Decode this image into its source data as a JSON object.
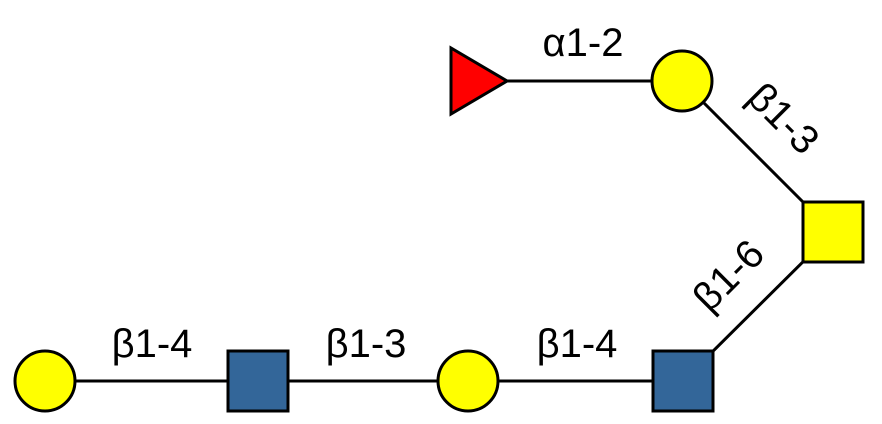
{
  "colors": {
    "galactose": "#FFFF00",
    "glcnac": "#336699",
    "fucose": "#FF0000",
    "line": "#000000"
  },
  "residues": [
    {
      "id": "r1",
      "shape": "circle",
      "type": "galactose"
    },
    {
      "id": "r2",
      "shape": "square",
      "type": "glcnac"
    },
    {
      "id": "r3",
      "shape": "circle",
      "type": "galactose"
    },
    {
      "id": "r4",
      "shape": "square",
      "type": "glcnac"
    },
    {
      "id": "r5",
      "shape": "square",
      "type": "galactose"
    },
    {
      "id": "r6",
      "shape": "circle",
      "type": "galactose"
    },
    {
      "id": "r7",
      "shape": "triangle",
      "type": "fucose"
    }
  ],
  "linkages": [
    {
      "from": "r1",
      "to": "r2",
      "label": "β1-4"
    },
    {
      "from": "r2",
      "to": "r3",
      "label": "β1-3"
    },
    {
      "from": "r3",
      "to": "r4",
      "label": "β1-4"
    },
    {
      "from": "r4",
      "to": "r5",
      "label": "β1-6"
    },
    {
      "from": "r5",
      "to": "r6",
      "label": "β1-3"
    },
    {
      "from": "r6",
      "to": "r7",
      "label": "α1-2"
    }
  ]
}
